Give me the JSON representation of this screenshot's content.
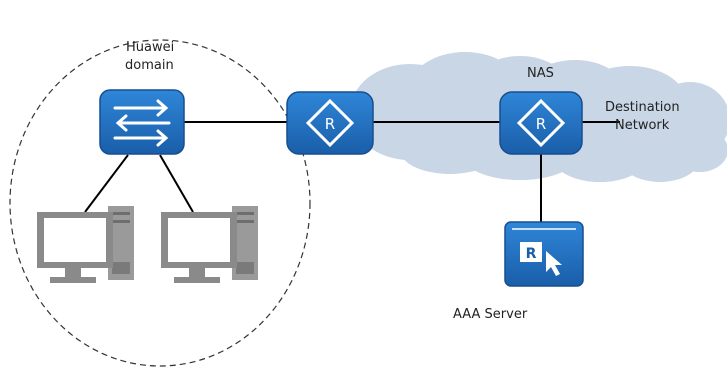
{
  "labels": {
    "domain_line1": "Huawei",
    "domain_line2": "domain",
    "nas": "NAS",
    "destination_line1": "Destination",
    "destination_line2": "Network",
    "aaa_server": "AAA Server"
  },
  "colors": {
    "device_blue": "#1f6fc2",
    "device_border": "#174f8f",
    "cloud": "#c9d6e6",
    "link": "#000000",
    "pc_gray": "#8a8a8a",
    "text": "#222222"
  },
  "icons": {
    "switch": "switch-icon",
    "router": "router-icon",
    "pc": "pc-icon",
    "aaa": "aaa-server-icon"
  }
}
